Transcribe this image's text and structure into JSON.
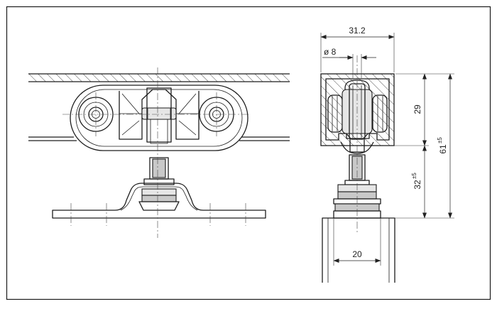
{
  "drawing": {
    "dimensions": {
      "width_top": "31.2",
      "diameter": "ø 8",
      "height_track": "29",
      "height_total": "61",
      "height_total_tol": "±5",
      "height_lower": "32",
      "height_lower_tol": "±5",
      "width_bottom": "20"
    }
  }
}
